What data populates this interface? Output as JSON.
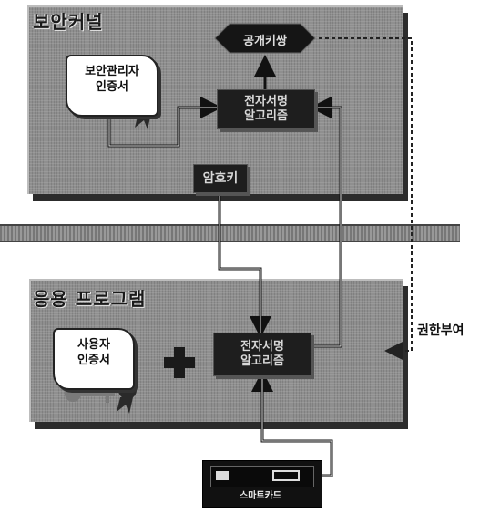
{
  "security_kernel": {
    "title": "보안커널",
    "admin_certificate": {
      "line1": "보안관리자",
      "line2": "인증서"
    },
    "public_key_box": "공개키쌍",
    "crypto_algorithm": {
      "line1": "전자서명",
      "line2": "알고리즘"
    },
    "private_key_box": "암호키"
  },
  "application": {
    "title": "응용 프로그램",
    "user_certificate": {
      "line1": "사용자",
      "line2": "인증서"
    },
    "crypto_algorithm": {
      "line1": "전자서명",
      "line2": "알고리즘"
    }
  },
  "authorization_label": "권한부여",
  "smart_card": {
    "label": "스마트카드"
  },
  "colors": {
    "panel": "#8f8f8f",
    "dark_box": "#1e1e1e",
    "background": "#ffffff"
  }
}
